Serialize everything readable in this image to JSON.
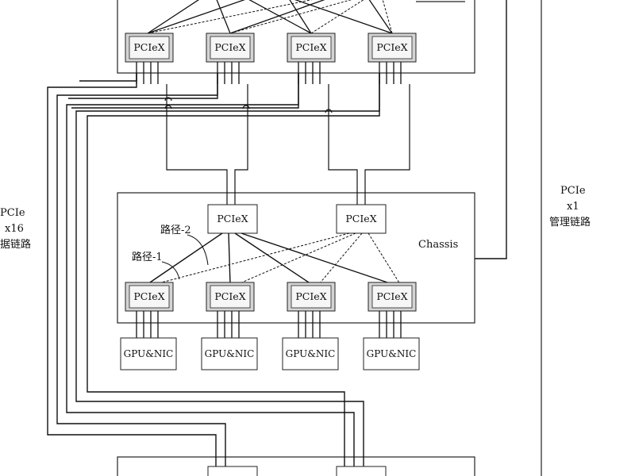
{
  "switch_label": "PCIeX",
  "device_label": "GPU&NIC",
  "chassis_label": "Chassis",
  "path1_label": "路径-1",
  "path2_label": "路径-2",
  "left_link": {
    "line1": "PCIe",
    "line2": "x16",
    "line3": "据链路"
  },
  "right_link": {
    "line1": "PCIe",
    "line2": "x1",
    "line3": "管理链路"
  }
}
